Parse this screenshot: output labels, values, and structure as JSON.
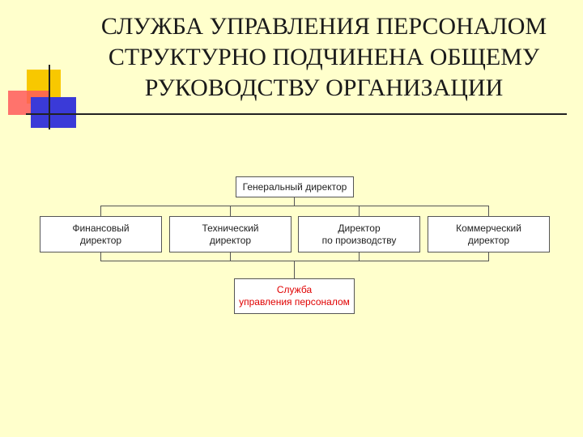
{
  "title": {
    "line1": "СЛУЖБА УПРАВЛЕНИЯ ПЕРСОНАЛОМ",
    "line2": "СТРУКТУРНО ПОДЧИНЕНА ОБЩЕМУ",
    "line3": "РУКОВОДСТВУ ОРГАНИЗАЦИИ"
  },
  "org": {
    "ceo": "Генеральный директор",
    "directors": [
      {
        "line1": "Финансовый",
        "line2": "директор"
      },
      {
        "line1": "Технический",
        "line2": "директор"
      },
      {
        "line1": "Директор",
        "line2": "по производству"
      },
      {
        "line1": "Коммерческий",
        "line2": "директор"
      }
    ],
    "hr": {
      "line1": "Служба",
      "line2": "управления персоналом"
    }
  },
  "colors": {
    "background": "#FFFFCC",
    "hr_text": "#E00000"
  }
}
